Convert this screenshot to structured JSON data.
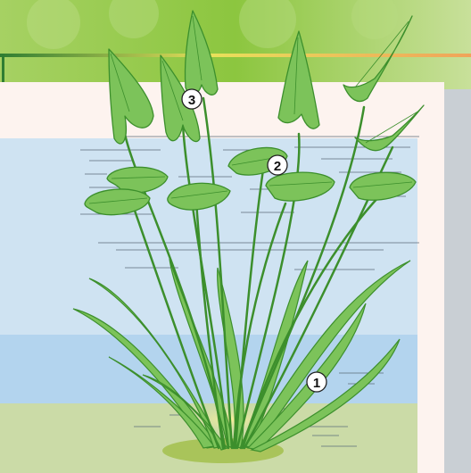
{
  "diagram": {
    "markers": [
      {
        "id": "1",
        "label": "1"
      },
      {
        "id": "2",
        "label": "2"
      },
      {
        "id": "3",
        "label": "3"
      }
    ]
  },
  "colors": {
    "background_green": "#8cc63f",
    "panel": "#fdf3ef",
    "water_light": "#cfe3f2",
    "water_mid": "#b3d4ee",
    "ground": "#cbdba7",
    "leaf": "#7cc35a",
    "leaf_dark": "#3c8f2c",
    "accent_orange": "#f0a45a"
  },
  "icons": {
    "submerged_leaves": "ribbon-leaf-icon",
    "floating_leaves": "floating-leaf-icon",
    "aerial_leaves": "arrow-leaf-icon"
  }
}
